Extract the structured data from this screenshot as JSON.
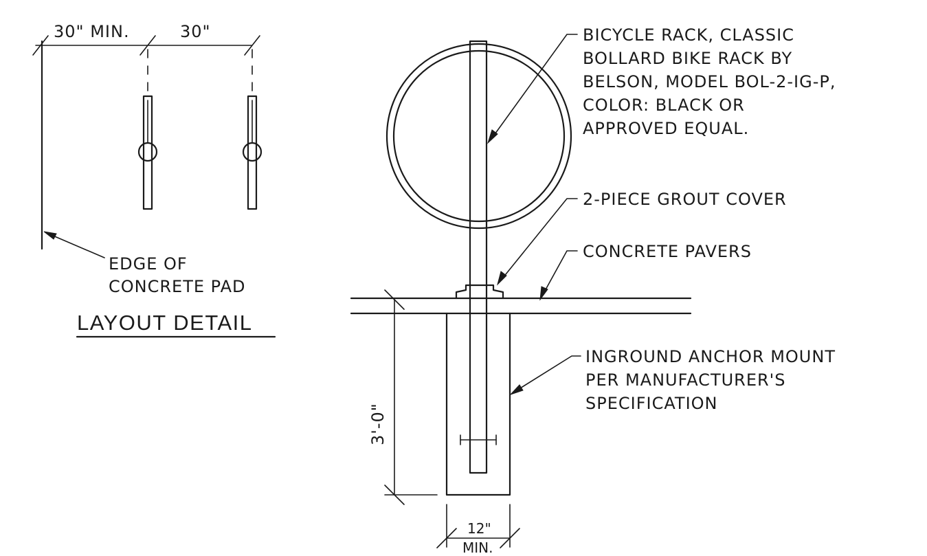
{
  "layout_detail": {
    "title": "LAYOUT DETAIL",
    "dim_left": "30\" MIN.",
    "dim_right": "30\"",
    "edge_note": [
      "EDGE OF",
      "CONCRETE PAD"
    ]
  },
  "section": {
    "rack_note": [
      "BICYCLE RACK, CLASSIC",
      "BOLLARD BIKE RACK BY",
      "BELSON, MODEL BOL-2-IG-P,",
      "COLOR: BLACK OR",
      "APPROVED EQUAL."
    ],
    "grout_note": "2-PIECE GROUT COVER",
    "pavers_note": "CONCRETE PAVERS",
    "anchor_note": [
      "INGROUND ANCHOR MOUNT",
      "PER MANUFACTURER'S",
      "SPECIFICATION"
    ],
    "depth_dim": "3'-0\"",
    "width_dim": "12\"",
    "width_dim_min": "MIN."
  }
}
